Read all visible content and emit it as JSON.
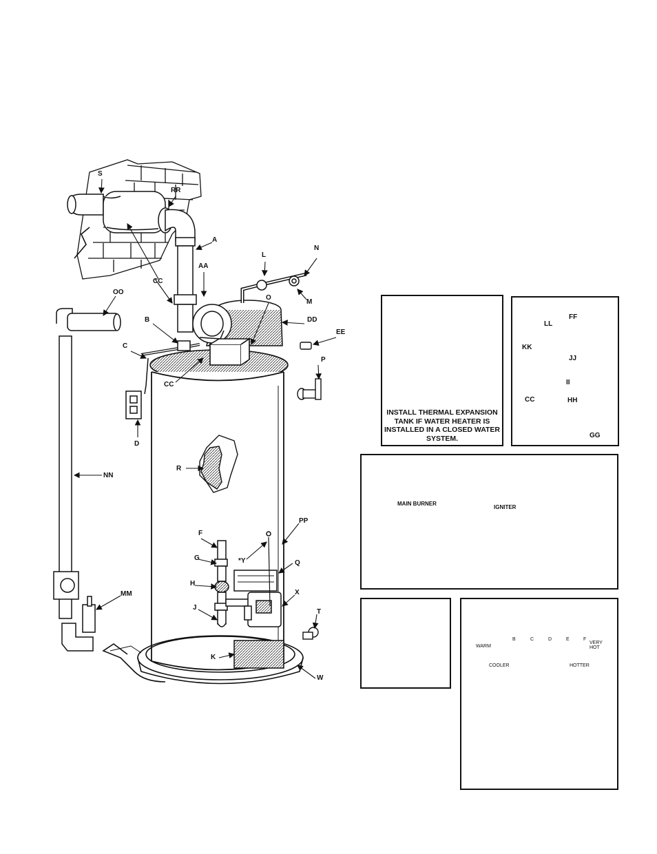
{
  "labels": {
    "S": "S",
    "RR": "RR",
    "A": "A",
    "AA": "AA",
    "CC": "CC",
    "L": "L",
    "N": "N",
    "M": "M",
    "OO": "OO",
    "O": "O",
    "DD": "DD",
    "B": "B",
    "EE": "EE",
    "C": "C",
    "CC2": "CC",
    "P": "P",
    "D": "D",
    "NN": "NN",
    "R": "R",
    "PP": "PP",
    "F": "F",
    "Y": "*Y",
    "G": "G",
    "Q": "Q",
    "H": "H",
    "X": "X",
    "J": "J",
    "MM": "MM",
    "T": "T",
    "K": "K",
    "W": "W"
  },
  "expansion_panel": {
    "caption": "INSTALL THERMAL EXPANSION TANK IF WATER HEATER IS INSTALLED IN A CLOSED WATER SYSTEM."
  },
  "fittings_panel": {
    "labels": {
      "FF": "FF",
      "LL": "LL",
      "KK": "KK",
      "JJ": "JJ",
      "II": "II",
      "CC": "CC",
      "HH": "HH",
      "GG": "GG"
    }
  },
  "burner_panel": {
    "main_burner": "MAIN BURNER",
    "igniter": "IGNITER"
  },
  "control_panel": {
    "positions": [
      "WARM",
      "B",
      "C",
      "D",
      "E",
      "F",
      "VERY HOT"
    ],
    "cooler": "COOLER",
    "hotter": "HOTTER"
  }
}
